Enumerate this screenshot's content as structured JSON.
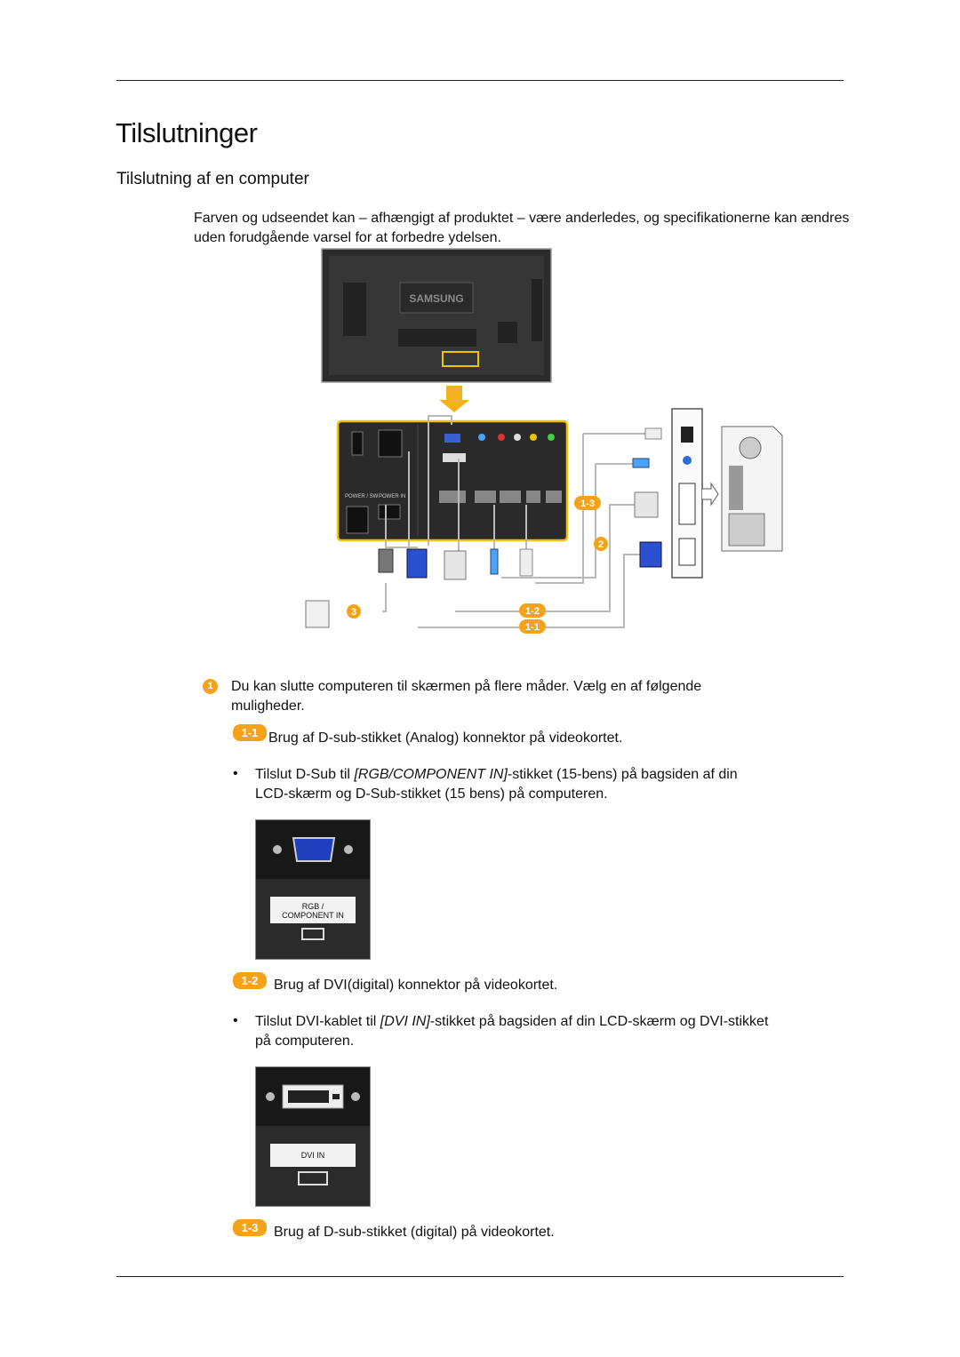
{
  "page": {
    "title": "Tilslutninger",
    "subtitle": "Tilslutning af en computer",
    "intro": "Farven og udseendet kan – afhængigt af produktet – være anderledes, og specifikationerne kan ændres uden forudgående varsel for at forbedre ydelsen."
  },
  "diagram": {
    "brand": "SAMSUNG",
    "labels": {
      "power_sw": "POWER / SW",
      "power_in": "POWER IN"
    },
    "callouts": [
      "1-3",
      "2",
      "3",
      "1-2",
      "1-1"
    ]
  },
  "note": {
    "icon": "1",
    "text": "Du kan slutte computeren til skærmen på flere måder. Vælg en af følgende muligheder."
  },
  "options": [
    {
      "badge": "1-1",
      "text": "Brug af D-sub-stikket (Analog) konnektor på videokortet.",
      "bullet_before": "Tilslut D-Sub til ",
      "bullet_italic": "[RGB/COMPONENT IN]",
      "bullet_after": "-stikket (15-bens) på bagsiden af din LCD-skærm og D-Sub-stikket (15 bens) på computeren.",
      "port_label_1": "RGB /",
      "port_label_2": "COMPONENT IN"
    },
    {
      "badge": "1-2",
      "text": "Brug af DVI(digital) konnektor på videokortet.",
      "bullet_before": "Tilslut DVI-kablet til ",
      "bullet_italic": "[DVI IN]",
      "bullet_after": "-stikket på bagsiden af din LCD-skærm og DVI-stikket på computeren.",
      "port_label_1": "DVI IN"
    },
    {
      "badge": "1-3",
      "text": "Brug af D-sub-stikket (digital) på videokortet."
    }
  ],
  "colors": {
    "accent": "#f2a31a",
    "panel": "#2a2a2a",
    "cable": "#b0b0b0"
  }
}
